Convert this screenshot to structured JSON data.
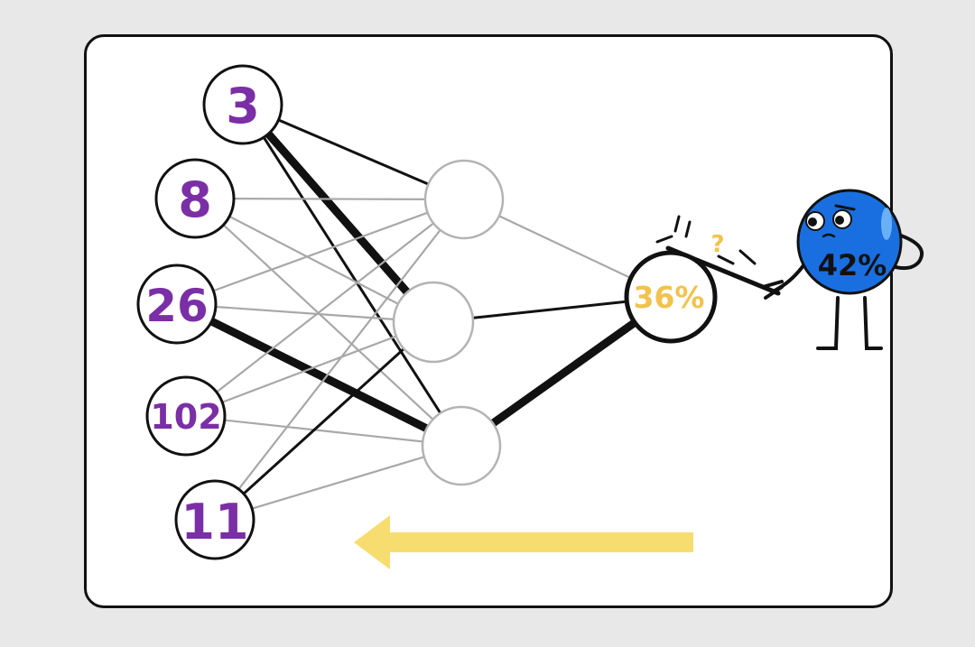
{
  "diagram": {
    "input_nodes": [
      {
        "label": "3"
      },
      {
        "label": "8"
      },
      {
        "label": "26"
      },
      {
        "label": "102"
      },
      {
        "label": "11"
      }
    ],
    "hidden_nodes": [
      {},
      {},
      {}
    ],
    "output_node": {
      "label": "36%"
    },
    "character": {
      "label": "42%",
      "question_mark": "?"
    },
    "arrow": {
      "direction": "left"
    }
  },
  "colors": {
    "background": "#e8e8e8",
    "card": "#ffffff",
    "input_text": "#7a2fa6",
    "output_text": "#f2c24f",
    "hidden_node_stroke": "#b3b3b3",
    "weak_edge": "#a8a8a8",
    "strong_edge": "#111111",
    "character_body": "#1a6fe0",
    "arrow": "#f7dc6f"
  }
}
